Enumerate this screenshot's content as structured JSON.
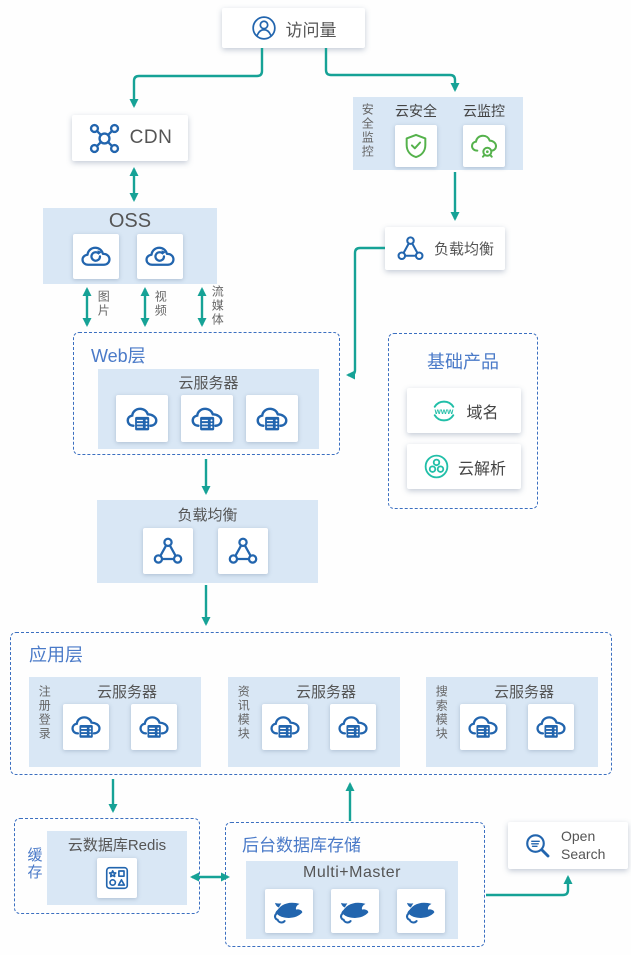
{
  "colors": {
    "arrow": "#16A296",
    "panel_blue": "#D9E7F5",
    "dashed_border": "#3B6FC0",
    "title_blue": "#4A7AC8",
    "icon_blue": "#2265AE",
    "icon_green": "#55B24C",
    "icon_teal": "#21BFA8",
    "text_gray": "#555555"
  },
  "nodes": {
    "visits": {
      "label": "访问量"
    },
    "cdn": {
      "label": "CDN"
    },
    "security": {
      "side_label": "安全监控",
      "items": [
        {
          "label": "云安全"
        },
        {
          "label": "云监控"
        }
      ]
    },
    "oss": {
      "label": "OSS"
    },
    "oss_channels": [
      {
        "label": "图片"
      },
      {
        "label": "视频"
      },
      {
        "label": "流媒体"
      }
    ],
    "lb_right": {
      "label": "负载均衡"
    },
    "web_layer": {
      "title": "Web层",
      "group_label": "云服务器"
    },
    "basic_products": {
      "title": "基础产品",
      "items": [
        {
          "label": "域名"
        },
        {
          "label": "云解析"
        }
      ]
    },
    "lb_middle": {
      "label": "负载均衡"
    },
    "app_layer": {
      "title": "应用层",
      "modules": [
        {
          "side_label": "注册登录",
          "group_label": "云服务器"
        },
        {
          "side_label": "资讯模块",
          "group_label": "云服务器"
        },
        {
          "side_label": "搜索模块",
          "group_label": "云服务器"
        }
      ]
    },
    "cache": {
      "side_label": "缓存",
      "group_label": "云数据库Redis"
    },
    "backend": {
      "title": "后台数据库存储",
      "group_label": "Multi+Master"
    },
    "open_search": {
      "label": "Open Search"
    }
  }
}
